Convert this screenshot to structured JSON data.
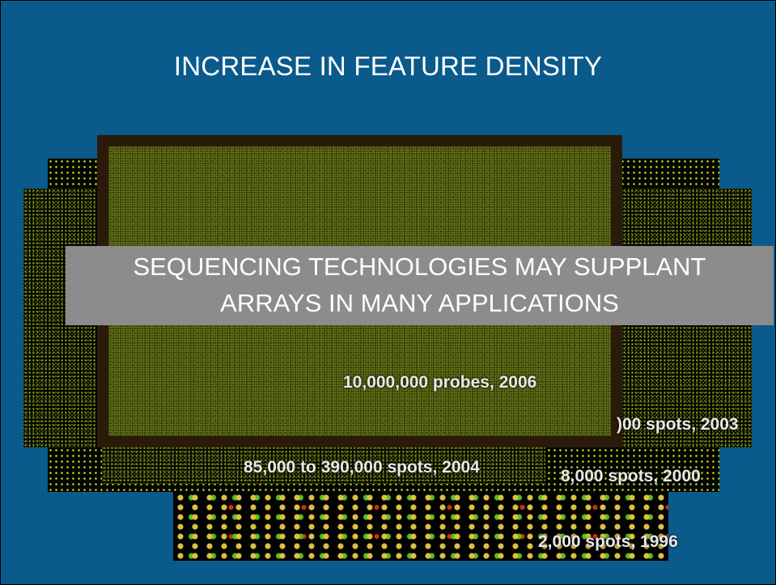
{
  "slide": {
    "title": "INCREASE IN FEATURE DENSITY",
    "banner": {
      "line1": "SEQUENCING TECHNOLOGIES MAY SUPPLANT",
      "line2": "ARRAYS IN MANY APPLICATIONS"
    },
    "labels": {
      "probes_2006": "10,000,000 probes, 2006",
      "spots_2003": ")00 spots, 2003",
      "spots_2004": "85,000 to 390,000 spots, 2004",
      "spots_2000": "8,000 spots, 2000",
      "spots_1996": "2,000 spots, 1996"
    },
    "colors": {
      "background": "#0a5a8c",
      "banner": "#8c8c8c",
      "text": "#ffffff"
    }
  }
}
